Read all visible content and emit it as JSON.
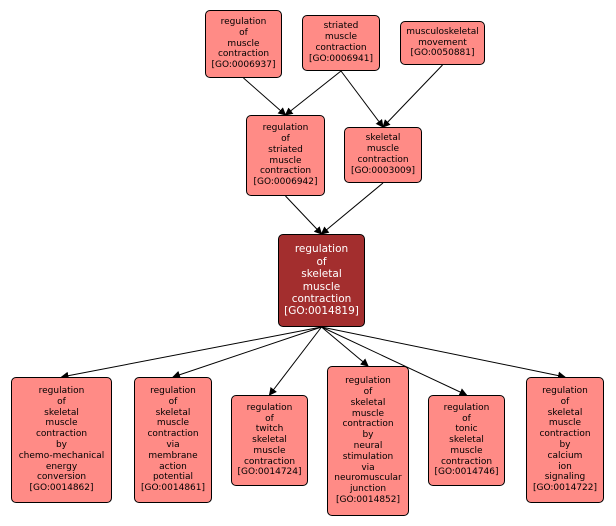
{
  "colors": {
    "node_fill": "#ff8b86",
    "focus_fill": "#a32e2e",
    "edge": "#000000"
  },
  "nodes": [
    {
      "id": "n6937",
      "lines": [
        "regulation",
        "of",
        "muscle",
        "contraction",
        "[GO:0006937]"
      ]
    },
    {
      "id": "n6941",
      "lines": [
        "striated",
        "muscle",
        "contraction",
        "[GO:0006941]"
      ]
    },
    {
      "id": "n50881",
      "lines": [
        "musculoskeletal",
        "movement",
        "[GO:0050881]"
      ]
    },
    {
      "id": "n6942",
      "lines": [
        "regulation",
        "of",
        "striated",
        "muscle",
        "contraction",
        "[GO:0006942]"
      ]
    },
    {
      "id": "n3009",
      "lines": [
        "skeletal",
        "muscle",
        "contraction",
        "[GO:0003009]"
      ]
    },
    {
      "id": "n14819",
      "lines": [
        "regulation",
        "of",
        "skeletal",
        "muscle",
        "contraction",
        "[GO:0014819]"
      ],
      "focus": true
    },
    {
      "id": "n14862",
      "lines": [
        "regulation",
        "of",
        "skeletal",
        "muscle",
        "contraction",
        "by",
        "chemo-mechanical",
        "energy",
        "conversion",
        "[GO:0014862]"
      ]
    },
    {
      "id": "n14861",
      "lines": [
        "regulation",
        "of",
        "skeletal",
        "muscle",
        "contraction",
        "via",
        "membrane",
        "action",
        "potential",
        "[GO:0014861]"
      ]
    },
    {
      "id": "n14724",
      "lines": [
        "regulation",
        "of",
        "twitch",
        "skeletal",
        "muscle",
        "contraction",
        "[GO:0014724]"
      ]
    },
    {
      "id": "n14852",
      "lines": [
        "regulation",
        "of",
        "skeletal",
        "muscle",
        "contraction",
        "by",
        "neural",
        "stimulation",
        "via",
        "neuromuscular",
        "junction",
        "[GO:0014852]"
      ]
    },
    {
      "id": "n14746",
      "lines": [
        "regulation",
        "of",
        "tonic",
        "skeletal",
        "muscle",
        "contraction",
        "[GO:0014746]"
      ]
    },
    {
      "id": "n14722",
      "lines": [
        "regulation",
        "of",
        "skeletal",
        "muscle",
        "contraction",
        "by",
        "calcium",
        "ion",
        "signaling",
        "[GO:0014722]"
      ]
    }
  ],
  "edges": [
    {
      "from": "n6937",
      "to": "n6942"
    },
    {
      "from": "n6941",
      "to": "n6942"
    },
    {
      "from": "n6941",
      "to": "n3009"
    },
    {
      "from": "n50881",
      "to": "n3009"
    },
    {
      "from": "n6942",
      "to": "n14819"
    },
    {
      "from": "n3009",
      "to": "n14819"
    },
    {
      "from": "n14819",
      "to": "n14862"
    },
    {
      "from": "n14819",
      "to": "n14861"
    },
    {
      "from": "n14819",
      "to": "n14724"
    },
    {
      "from": "n14819",
      "to": "n14852"
    },
    {
      "from": "n14819",
      "to": "n14746"
    },
    {
      "from": "n14819",
      "to": "n14722"
    }
  ]
}
